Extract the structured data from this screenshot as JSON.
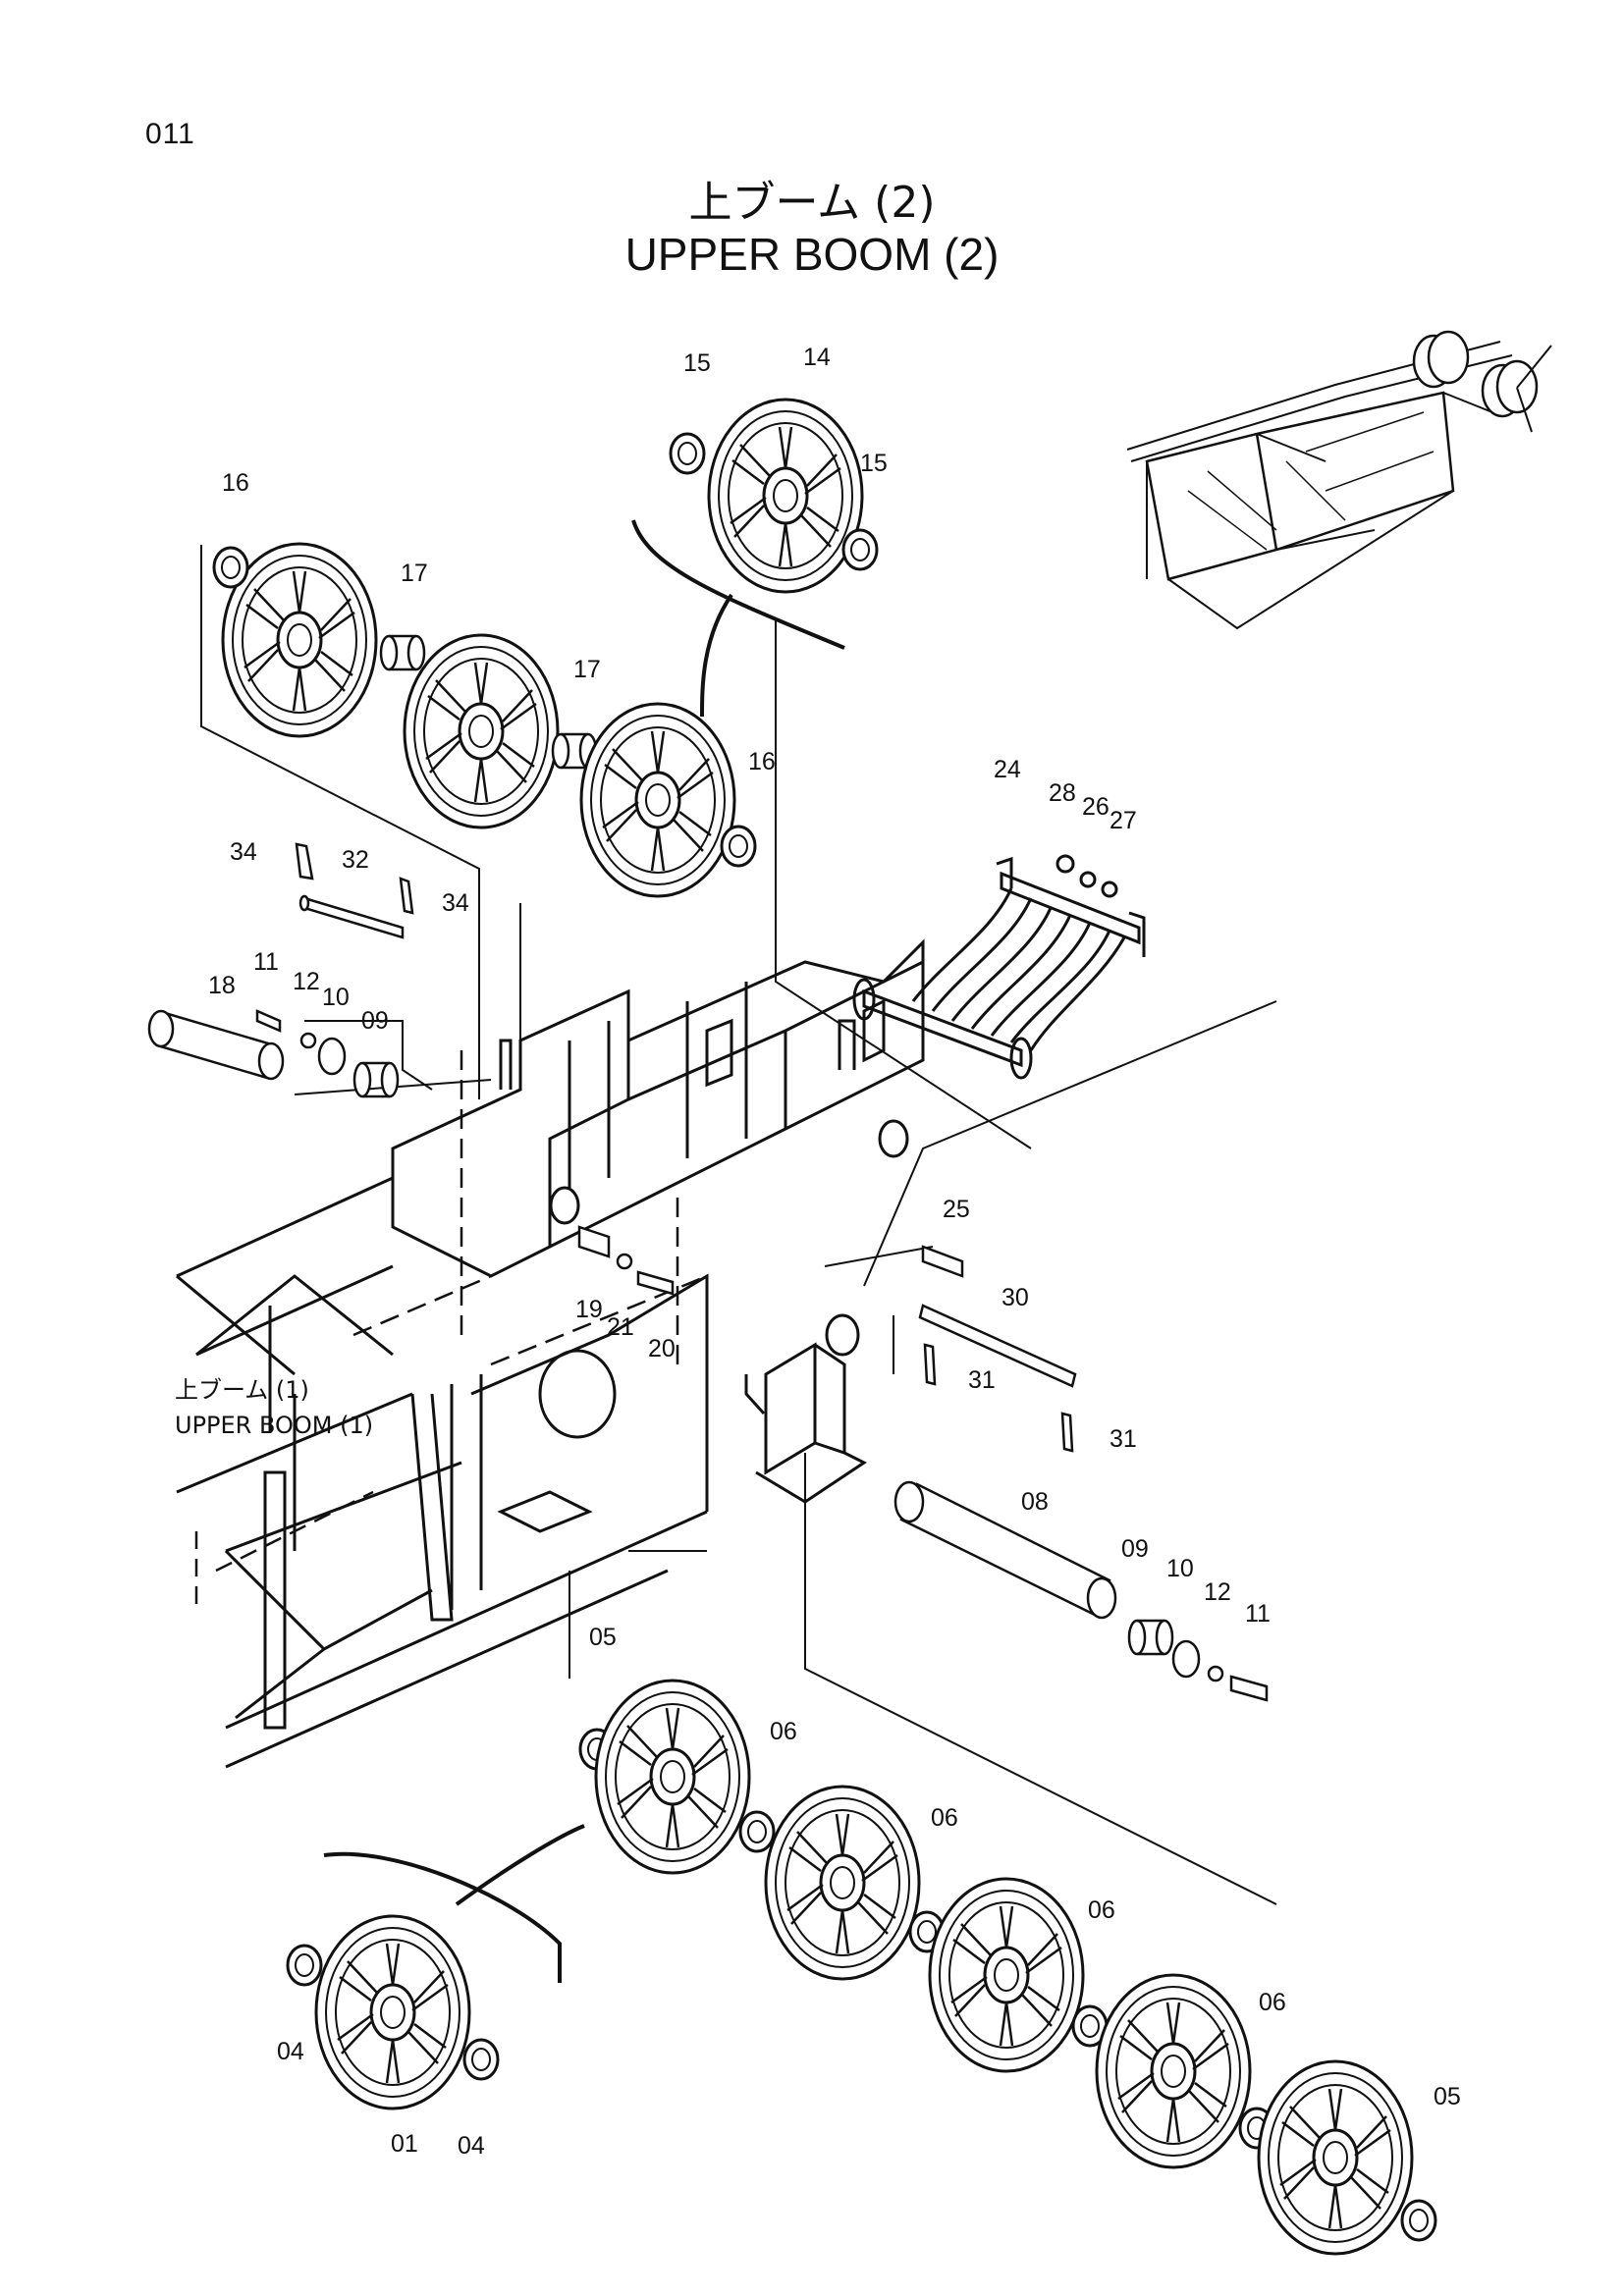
{
  "header": {
    "page_number": "011",
    "title_jp": "上ブーム (2)",
    "title_en": "UPPER BOOM (2)"
  },
  "reference": {
    "label_jp": "上ブーム (1)",
    "label_en": "UPPER BOOM (1)"
  },
  "callouts": [
    "15",
    "14",
    "15",
    "16",
    "17",
    "17",
    "16",
    "24",
    "28",
    "26",
    "27",
    "34",
    "32",
    "34",
    "18",
    "11",
    "12",
    "10",
    "09",
    "25",
    "30",
    "19",
    "21",
    "20",
    "31",
    "31",
    "08",
    "09",
    "10",
    "12",
    "11",
    "05",
    "06",
    "06",
    "06",
    "06",
    "05",
    "04",
    "01",
    "04"
  ]
}
